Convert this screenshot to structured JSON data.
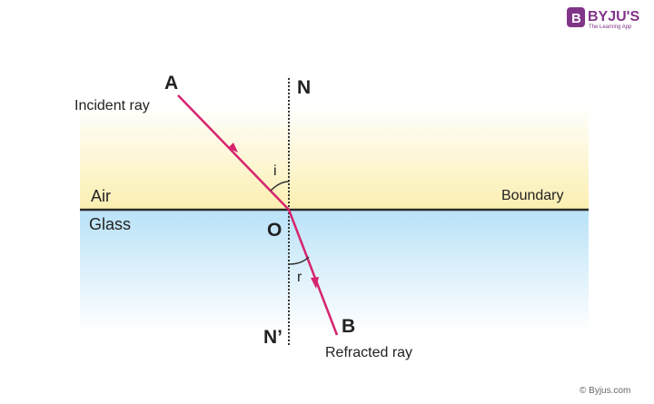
{
  "logo": {
    "brand": "BYJU'S",
    "tagline": "The Learning App",
    "color": "#813588"
  },
  "labels": {
    "point_a": "A",
    "point_b": "B",
    "point_o": "O",
    "normal_top": "N",
    "normal_bottom": "N’",
    "incident_ray": "Incident ray",
    "refracted_ray": "Refracted ray",
    "angle_incidence": "i",
    "angle_refraction": "r",
    "medium_top": "Air",
    "medium_bottom": "Glass",
    "boundary": "Boundary"
  },
  "footer": {
    "credit": "© Byjus.com"
  },
  "colors": {
    "ray": "#d6246e",
    "air": "#fbf1b8",
    "glass": "#bfe4f7",
    "boundary": "#2a2a2a"
  }
}
